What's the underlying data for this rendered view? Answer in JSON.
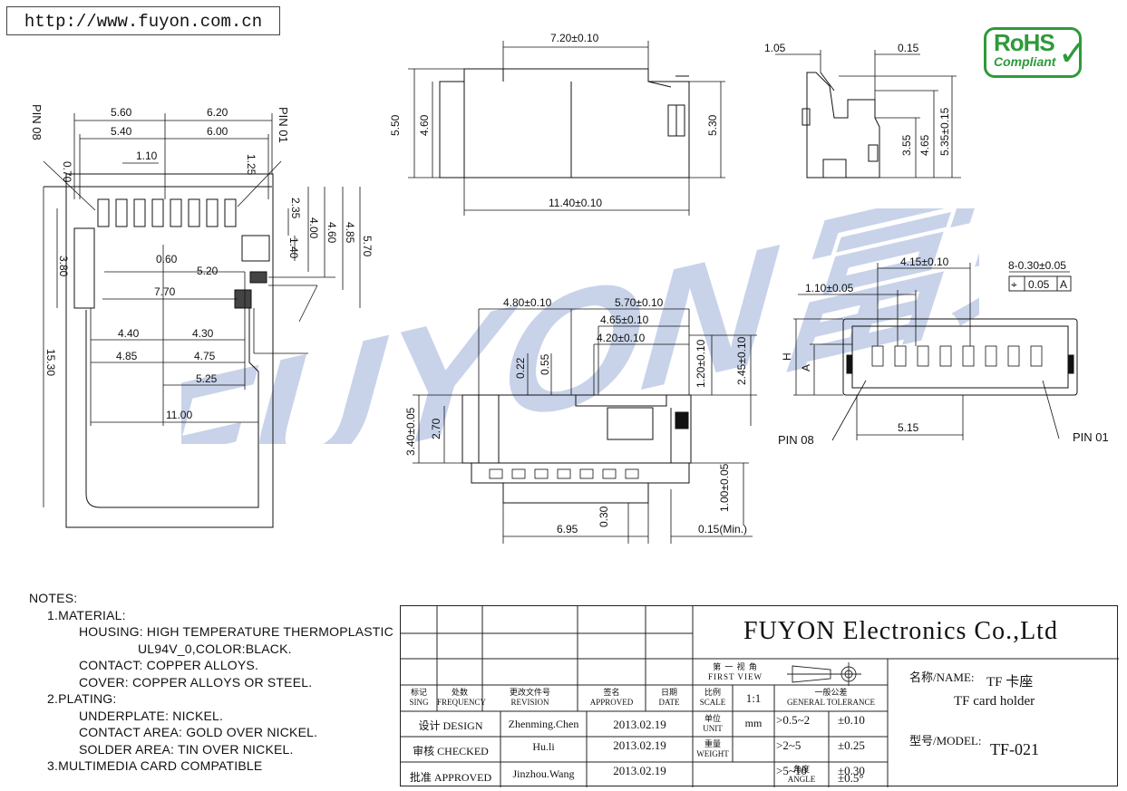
{
  "header": {
    "url": "http://www.fuyon.com.cn"
  },
  "rohs": {
    "title": "RoHS",
    "subtitle": "Compliant"
  },
  "watermark": {
    "text": "FUYON富荣"
  },
  "drawing_left": {
    "pin08": "PIN 08",
    "pin01": "PIN 01",
    "dims": [
      "5.60",
      "6.20",
      "5.40",
      "6.00",
      "0.70",
      "1.10",
      "1.25",
      "2.35",
      "1.40",
      "4.00",
      "4.60",
      "4.85",
      "5.70",
      "3.80",
      "0.60",
      "5.20",
      "7.70",
      "4.40",
      "4.30",
      "4.85",
      "4.75",
      "5.25",
      "15.30",
      "11.00"
    ]
  },
  "drawing_top_mid": {
    "dims": [
      "7.20±0.10",
      "5.50",
      "4.60",
      "5.30",
      "11.40±0.10"
    ]
  },
  "drawing_top_right": {
    "dims": [
      "1.05",
      "0.15",
      "3.55",
      "4.65",
      "5.35±0.15"
    ]
  },
  "drawing_mid": {
    "dims": [
      "4.80±0.10",
      "5.70±0.10",
      "4.65±0.10",
      "4.20±0.10",
      "0.22",
      "0.55",
      "1.20±0.10",
      "2.45±0.10",
      "3.40±0.05",
      "2.70",
      "1.00±0.05",
      "6.95",
      "0.30",
      "0.15(Min.)"
    ]
  },
  "drawing_right": {
    "dims": [
      "4.15±0.10",
      "8-0.30±0.05",
      "1.10±0.05",
      "5.15",
      "H",
      "A"
    ],
    "tolerance_box": [
      "⌖",
      "0.05",
      "A"
    ],
    "pin08": "PIN 08",
    "pin01": "PIN 01"
  },
  "notes": {
    "lines": [
      "NOTES:",
      "1.MATERIAL:",
      "HOUSING: HIGH TEMPERATURE THERMOPLASTIC",
      "UL94V_0,COLOR:BLACK.",
      "CONTACT: COPPER ALLOYS.",
      "COVER: COPPER ALLOYS OR STEEL.",
      "2.PLATING:",
      "UNDERPLATE: NICKEL.",
      "CONTACT AREA: GOLD OVER NICKEL.",
      "SOLDER AREA: TIN OVER NICKEL.",
      "3.MULTIMEDIA CARD COMPATIBLE"
    ]
  },
  "title_block": {
    "company": "FUYON Electronics Co.,Ltd",
    "rev_headers": [
      {
        "cn": "标记",
        "en": "SING"
      },
      {
        "cn": "处数",
        "en": "FREQUENCY"
      },
      {
        "cn": "更改文件号",
        "en": "REVISION"
      },
      {
        "cn": "签名",
        "en": "APPROVED"
      },
      {
        "cn": "日期",
        "en": "DATE"
      }
    ],
    "first_view_cn": "第 一 视 角",
    "first_view_en": "FIRST VIEW",
    "scale_cn": "比例",
    "scale_en": "SCALE",
    "scale_value": "1:1",
    "tol_cn": "一般公差",
    "tol_en": "GENERAL TOLERANCE",
    "unit_cn": "单位",
    "unit_en": "UNIT",
    "unit_value": "mm",
    "weight_cn": "重量",
    "weight_en": "WEIGHT",
    "angle_cn": "角度",
    "angle_en": "ANGLE",
    "tolerances": [
      {
        "range": ">0.5~2",
        "tol": "±0.10"
      },
      {
        "range": ">2~5",
        "tol": "±0.25"
      },
      {
        "range": ">5~10",
        "tol": "±0.30"
      },
      {
        "range": "",
        "tol": "±0.5°"
      }
    ],
    "design_label": "设计 DESIGN",
    "design_name": "Zhenming.Chen",
    "design_date": "2013.02.19",
    "checked_label": "审核 CHECKED",
    "checked_name": "Hu.li",
    "checked_date": "2013.02.19",
    "approved_label": "批准 APPROVED",
    "approved_name": "Jinzhou.Wang",
    "approved_date": "2013.02.19",
    "name_label": "名称/NAME:",
    "name_cn": "TF 卡座",
    "name_en": "TF card holder",
    "model_label": "型号/MODEL:",
    "model_value": "TF-021"
  }
}
